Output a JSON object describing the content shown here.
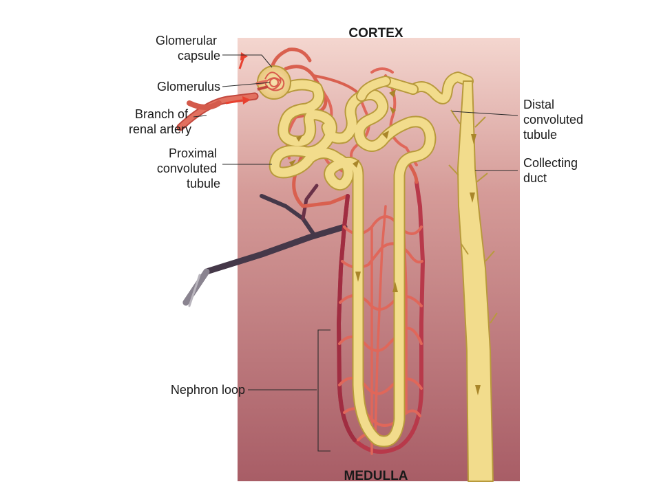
{
  "regions": {
    "top": "CORTEX",
    "bottom": "MEDULLA"
  },
  "labels": {
    "glomerular_capsule": [
      "Glomerular",
      "capsule"
    ],
    "glomerulus": [
      "Glomerulus"
    ],
    "branch_of_renal_artery": [
      "Branch of",
      "renal artery"
    ],
    "proximal_convoluted_tubule": [
      "Proximal",
      "convoluted",
      "tubule"
    ],
    "distal_convoluted_tubule": [
      "Distal",
      "convoluted",
      "tubule"
    ],
    "collecting_duct": [
      "Collecting",
      "duct"
    ],
    "nephron_loop": [
      "Nephron loop"
    ]
  },
  "colors": {
    "tissue_cortex": "#f3cfc9",
    "tissue_medulla": "#a65b64",
    "tubule": "#f2dc8c",
    "tubule_edge": "#b89a3c",
    "artery": "#e0675a",
    "vein": "#9c2b3a",
    "renal_vein": "#4a3a4e",
    "flow_arrow": "#a9862a",
    "blood_arrow": "#e8402f"
  }
}
